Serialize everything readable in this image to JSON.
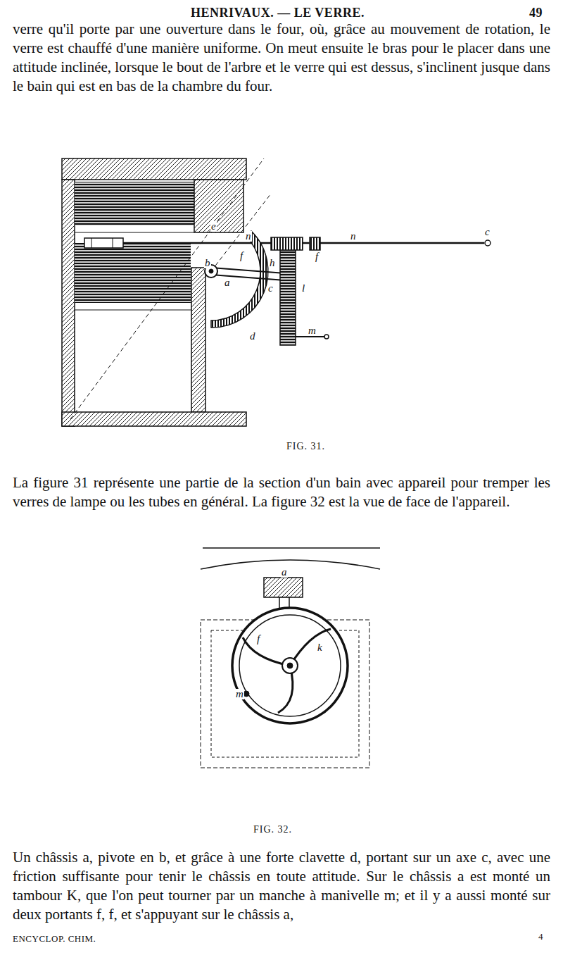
{
  "diagram": {
    "title": "HENRIVAUX. — LE VERRE.",
    "labels": [
      "49",
      "verre qu'il porte par une ouverture dans le four, où, grâce au mouvement de rotation, le verre est chauffé d'une manière uniforme. On meut ensuite le bras pour le placer dans une attitude inclinée, lorsque le bout de l'arbre et le verre qui est dessus, s'inclinent jusque dans le bain qui est en bas de la chambre du four.",
      "e",
      "n",
      "n",
      "c",
      "f",
      "f",
      "h",
      "b",
      "a",
      "c",
      "l",
      "d",
      "m",
      "FIG. 31.",
      "La figure 31 représente une partie de la section d'un bain avec appareil pour tremper les verres de lampe ou les tubes en général. La figure 32 est la vue de face de l'appareil.",
      "a",
      "f",
      "k",
      "m",
      "FIG. 32.",
      "Un châssis a, pivote en b, et grâce à une forte clavette d, portant sur un axe c, avec une friction suffisante pour tenir le châssis en toute attitude. Sur le châssis a est monté un tambour K, que l'on peut tourner par un manche à manivelle m; et il y a aussi monté sur deux portants f, f, et s'appuyant sur le châssis a,",
      "ENCYCLOP. CHIM.",
      "4"
    ]
  }
}
